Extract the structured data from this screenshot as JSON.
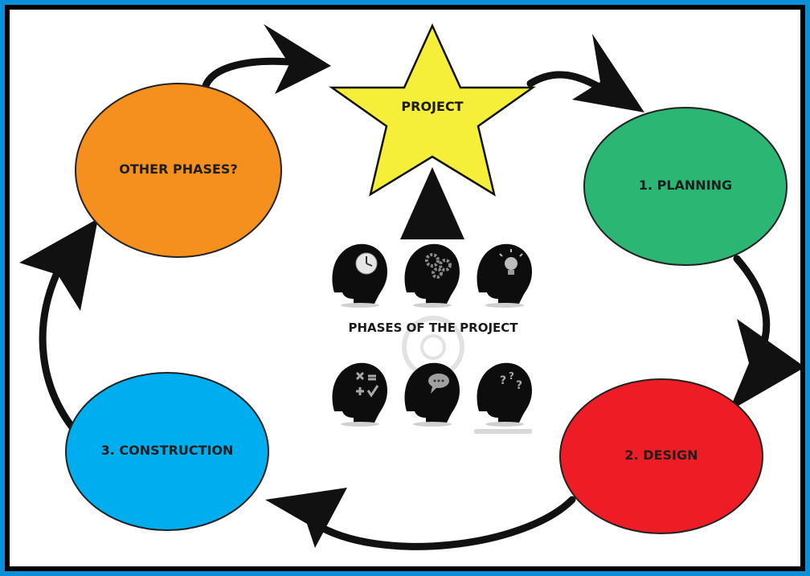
{
  "diagram": {
    "center": {
      "project_label": "PROJECT",
      "title": "PHASES OF THE PROJECT"
    },
    "nodes": {
      "other_phases": {
        "label": "OTHER PHASES?",
        "color": "#f5901e"
      },
      "planning": {
        "label": "1. PLANNING",
        "color": "#2bb673"
      },
      "design": {
        "label": "2. DESIGN",
        "color": "#ee1c25"
      },
      "construction": {
        "label": "3. CONSTRUCTION",
        "color": "#00aeef"
      }
    },
    "star_color": "#f6ef3a",
    "arrow_color": "#111111",
    "frame_color": "#0a8fd8",
    "head_icons": [
      "clock-icon",
      "gears-icon",
      "lightbulb-icon",
      "math-icon",
      "speech-bubble-icon",
      "question-marks-icon"
    ]
  }
}
